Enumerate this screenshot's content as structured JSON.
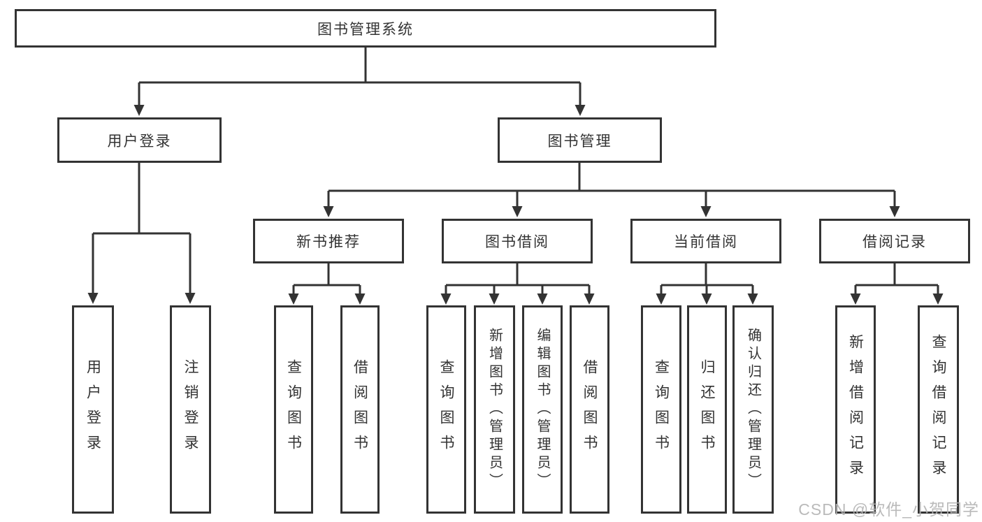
{
  "diagram_title": "图书管理系统",
  "tree": {
    "root": "图书管理系统",
    "branches": [
      {
        "label": "用户登录",
        "children": [
          "用户登录",
          "注销登录"
        ]
      },
      {
        "label": "图书管理",
        "children": [
          {
            "label": "新书推荐",
            "children": [
              "查询图书",
              "借阅图书"
            ]
          },
          {
            "label": "图书借阅",
            "children": [
              "查询图书",
              "新增图书（管理员）",
              "编辑图书（管理员）",
              "借阅图书"
            ]
          },
          {
            "label": "当前借阅",
            "children": [
              "查询图书",
              "归还图书",
              "确认归还（管理员）"
            ]
          },
          {
            "label": "借阅记录",
            "children": [
              "新增借阅记录",
              "查询借阅记录"
            ]
          }
        ]
      }
    ]
  },
  "watermark": "CSDN @软件_小贺同学",
  "colors": {
    "border": "#333333",
    "text": "#333333",
    "connector": "#333333",
    "watermark": "#b3b3b3",
    "background": "#ffffff"
  }
}
